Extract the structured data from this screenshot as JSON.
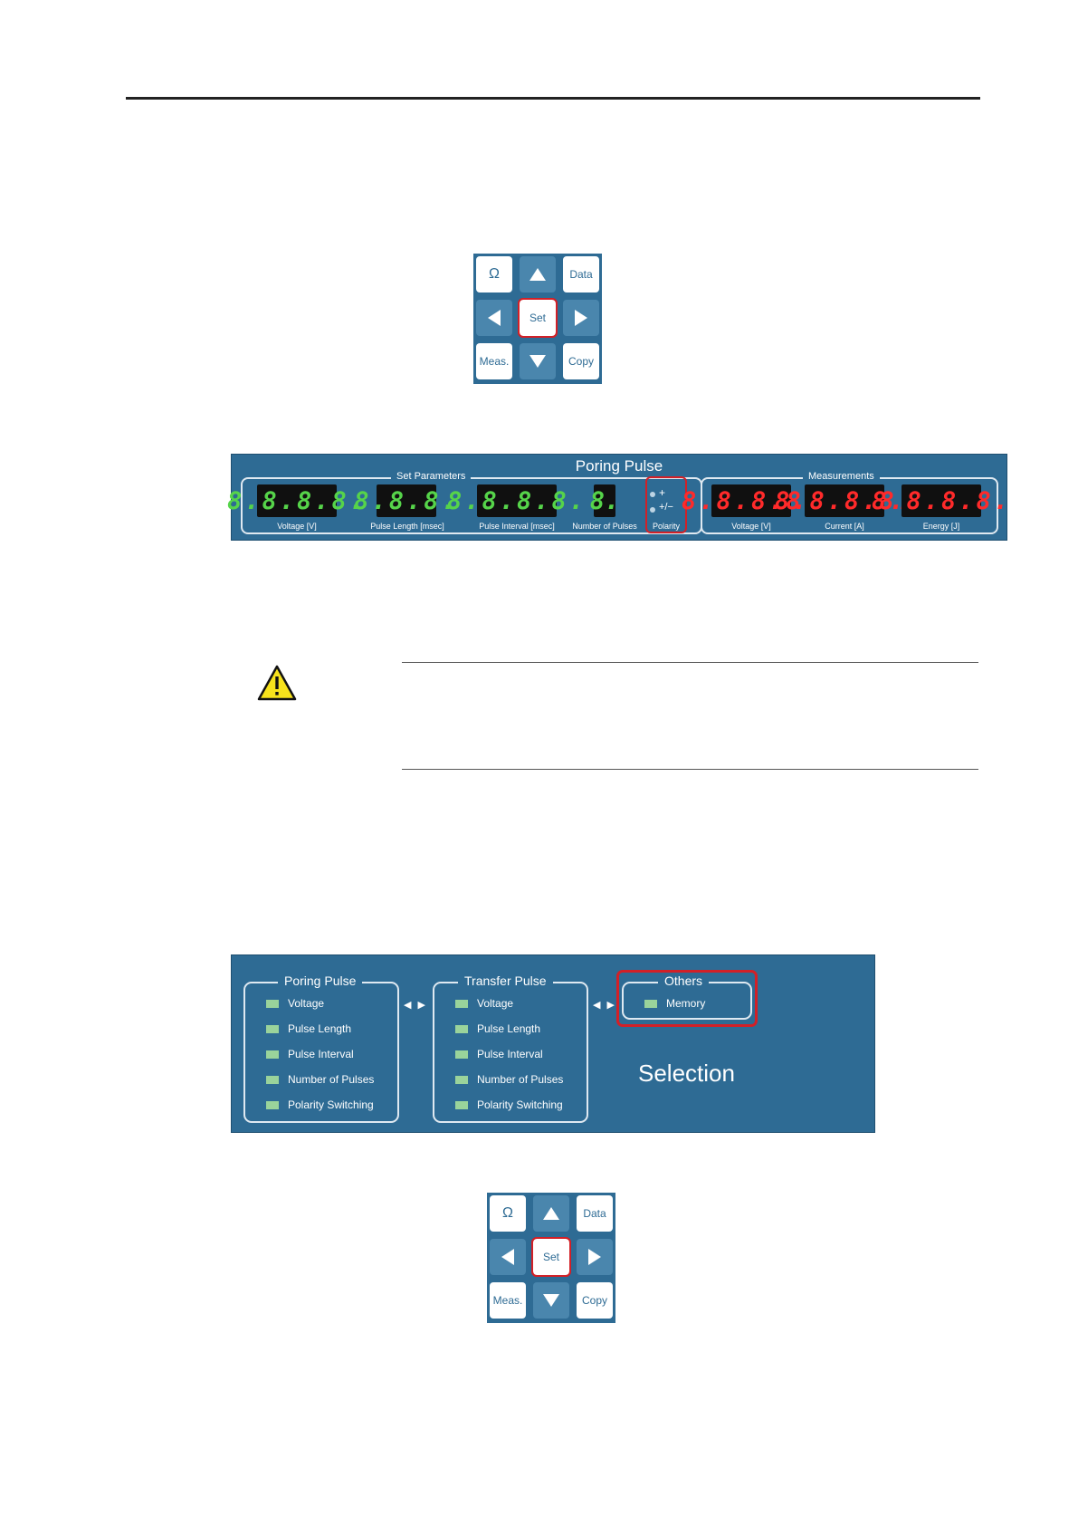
{
  "keypad": {
    "keys": {
      "omega": "Ω",
      "data": "Data",
      "set": "Set",
      "meas": "Meas.",
      "copy": "Copy"
    },
    "highlighted_key": "set"
  },
  "poring_panel": {
    "title": "Poring Pulse",
    "set_parameters_label": "Set Parameters",
    "measurements_label": "Measurements",
    "displays": [
      {
        "value": "8.8.8.8.",
        "caption": "Voltage [V]",
        "color": "#56d44a"
      },
      {
        "value": "8.8.8.",
        "caption": "Pulse Length [msec]",
        "color": "#56d44a"
      },
      {
        "value": "8.8.8.8.",
        "caption": "Pulse Interval [msec]",
        "color": "#56d44a"
      },
      {
        "value": "8.",
        "caption": "Number of Pulses",
        "color": "#56d44a"
      }
    ],
    "polarity": {
      "plus": "+",
      "plus_minus": "+/−",
      "caption": "Polarity"
    },
    "measurements": [
      {
        "value": "8.8.8.8.",
        "caption": "Voltage [V]",
        "color": "#ff2a2a"
      },
      {
        "value": "8.8.8.8.",
        "caption": "Current [A]",
        "color": "#ff2a2a"
      },
      {
        "value": "8.8.8.8.",
        "caption": "Energy [J]",
        "color": "#ff2a2a"
      }
    ]
  },
  "warning_icon": "warning-triangle-icon",
  "selection_panel": {
    "poring_label": "Poring Pulse",
    "transfer_label": "Transfer Pulse",
    "others_label": "Others",
    "poring_items": [
      "Voltage",
      "Pulse Length",
      "Pulse Interval",
      "Number of Pulses",
      "Polarity Switching"
    ],
    "transfer_items": [
      "Voltage",
      "Pulse Length",
      "Pulse Interval",
      "Number of Pulses",
      "Polarity Switching"
    ],
    "others_items": [
      "Memory"
    ],
    "arrows": "◀ ▶",
    "title": "Selection"
  },
  "colors": {
    "panel_blue": "#2e6b94",
    "highlight_red": "#d22027",
    "led_green": "#9ad39b"
  }
}
